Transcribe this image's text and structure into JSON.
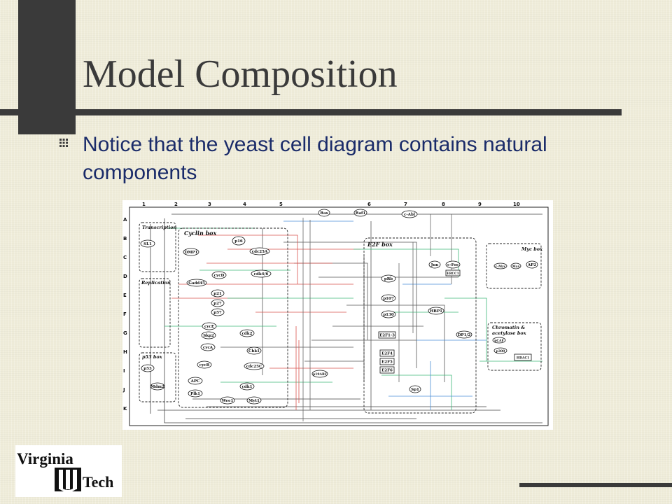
{
  "slide": {
    "title": "Model Composition",
    "bullet": "Notice that the yeast cell diagram contains natural components"
  },
  "diagram": {
    "col_labels": [
      "1",
      "2",
      "3",
      "4",
      "5",
      "6",
      "7",
      "8",
      "9",
      "10"
    ],
    "row_labels": [
      "A",
      "B",
      "C",
      "D",
      "E",
      "F",
      "G",
      "H",
      "I",
      "J",
      "K"
    ],
    "boxes": {
      "transcription": "Transcription",
      "cyclin": "Cyclin box",
      "e2f": "E2F box",
      "myc": "Myc box",
      "replication": "Replication",
      "p53": "p53 box",
      "chromatin_line1": "Chromatin &",
      "chromatin_line2": "acetylase box"
    },
    "nodes": {
      "p16": "p16",
      "cdc25a": "cdc25A",
      "dmp1": "DMP1",
      "cycd": "cycD",
      "cdk46": "cdk4/6",
      "gadd45": "Gadd45",
      "p21": "p21",
      "p27": "p27",
      "p57": "p57",
      "cyce": "cycE",
      "skp2": "Skp2",
      "cdk2": "cdk2",
      "cyca": "cycA",
      "chk1": "Chk1",
      "cycb": "cycB",
      "cdc25c": "cdc25C",
      "apc": "APC",
      "plk1": "Plk1",
      "cdk1": "cdk1",
      "wee1": "Wee1",
      "myt1": "Myt1",
      "ras": "Ras",
      "raf1": "Raf1",
      "cabl": "c-Abl",
      "prb": "pRb",
      "p107": "p107",
      "p130": "p130",
      "hbp1": "HBP1",
      "e2f13": "E2F1-3",
      "e2f4": "E2F4",
      "e2f5": "E2F5",
      "e2f6": "E2F6",
      "dp12": "DP1/2",
      "sp1": "Sp1",
      "jun": "Jun",
      "cfos": "c-Fos",
      "ercc1": "ERCC1",
      "cmyc": "c-Myc",
      "max": "Max",
      "ap2": "AP2",
      "pcaf": "pCAF",
      "p300": "p300",
      "hdac1": "HDAC1",
      "p53": "p53",
      "mdm2": "Mdm2",
      "p19arf": "p19ARF",
      "sl1": "SL1"
    }
  },
  "logo": {
    "line1": "Virginia",
    "line2": "Tech"
  },
  "colors": {
    "background": "#efecd9",
    "dark": "#3a3a3a",
    "title": "#3a3a3a",
    "bullet_text": "#1a2b69"
  }
}
